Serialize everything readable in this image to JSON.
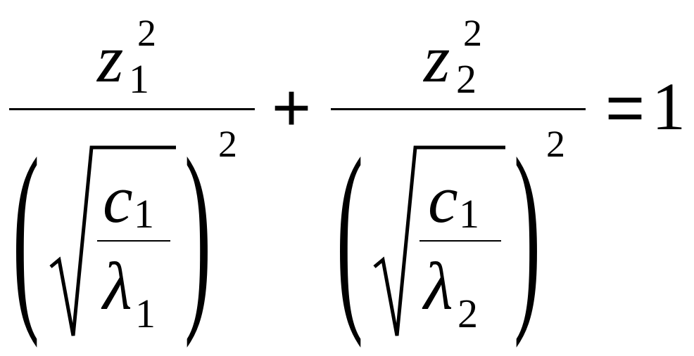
{
  "equation": {
    "term1": {
      "numerator": {
        "base": "z",
        "subscript": "1",
        "exponent": "2"
      },
      "denominator": {
        "sqrt_numerator": {
          "base": "c",
          "subscript": "1"
        },
        "sqrt_denominator": {
          "base": "λ",
          "subscript": "1"
        },
        "exponent": "2"
      }
    },
    "plus": "+",
    "term2": {
      "numerator": {
        "base": "z",
        "subscript": "2",
        "exponent": "2"
      },
      "denominator": {
        "sqrt_numerator": {
          "base": "c",
          "subscript": "1"
        },
        "sqrt_denominator": {
          "base": "λ",
          "subscript": "2"
        },
        "exponent": "2"
      }
    },
    "equals": "=",
    "rhs": "1"
  }
}
